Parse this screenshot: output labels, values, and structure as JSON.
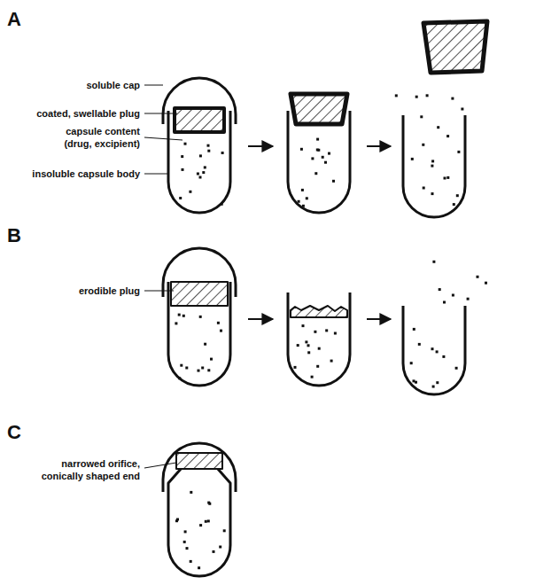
{
  "diagram": {
    "labels": [
      "A",
      "soluble cap",
      "coated, swellable plug",
      "capsule content (drug, excipient)",
      "insoluble capsule body",
      "B",
      "erodible plug",
      "C",
      "narrowed orifice, conically shaped end"
    ]
  }
}
